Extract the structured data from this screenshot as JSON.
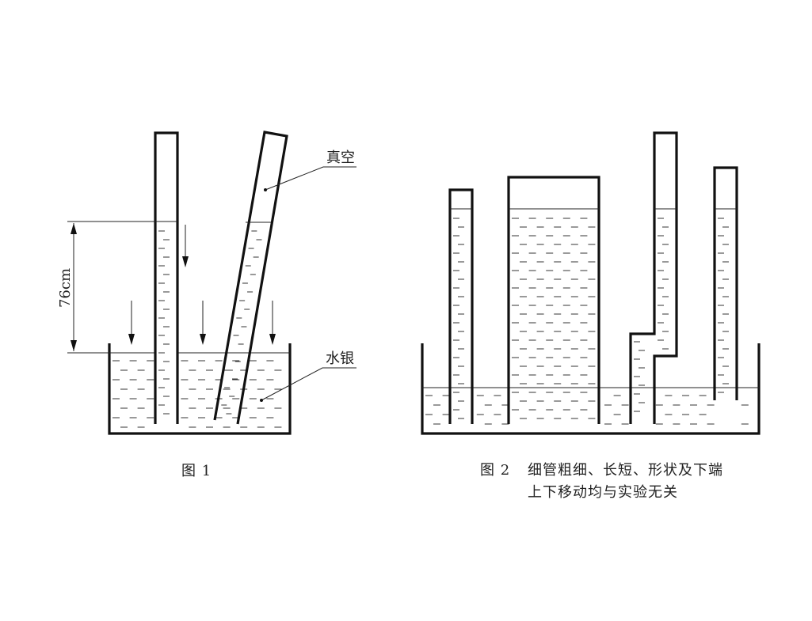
{
  "figure1": {
    "label_vacuum": "真空",
    "label_mercury": "水银",
    "label_height": "76cm",
    "caption": "图  1"
  },
  "figure2": {
    "caption_num": "图  2",
    "caption_line1": "细管粗细、长短、形状及下端",
    "caption_line2": "上下移动均与实验无关"
  }
}
